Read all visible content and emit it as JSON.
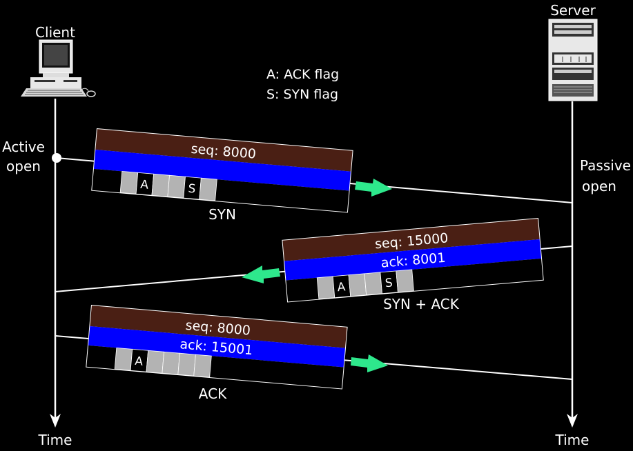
{
  "client": {
    "label": "Client",
    "event_label_line1": "Active",
    "event_label_line2": "open",
    "time_label": "Time"
  },
  "server": {
    "label": "Server",
    "event_label_line1": "Passive",
    "event_label_line2": "open",
    "time_label": "Time"
  },
  "legend": {
    "line1": "A: ACK flag",
    "line2": "S: SYN flag"
  },
  "segments": [
    {
      "direction": "client-to-server",
      "seq": "seq: 8000",
      "ack": "",
      "flags": [
        "",
        "A",
        "",
        "",
        "S",
        ""
      ],
      "caption": "SYN"
    },
    {
      "direction": "server-to-client",
      "seq": "seq: 15000",
      "ack": "ack: 8001",
      "flags": [
        "",
        "A",
        "",
        "",
        "S",
        ""
      ],
      "caption": "SYN + ACK"
    },
    {
      "direction": "client-to-server",
      "seq": "seq: 8000",
      "ack": "ack: 15001",
      "flags": [
        "",
        "A",
        "",
        "",
        "",
        ""
      ],
      "caption": "ACK"
    }
  ],
  "colors": {
    "background": "#000000",
    "line": "#ffffff",
    "seq_bar": "#4a1f14",
    "ack_bar": "#0000ff",
    "flag_cell": "#b3b3b3",
    "flag_cell_set": "#000000",
    "arrow": "#2ee88c"
  }
}
